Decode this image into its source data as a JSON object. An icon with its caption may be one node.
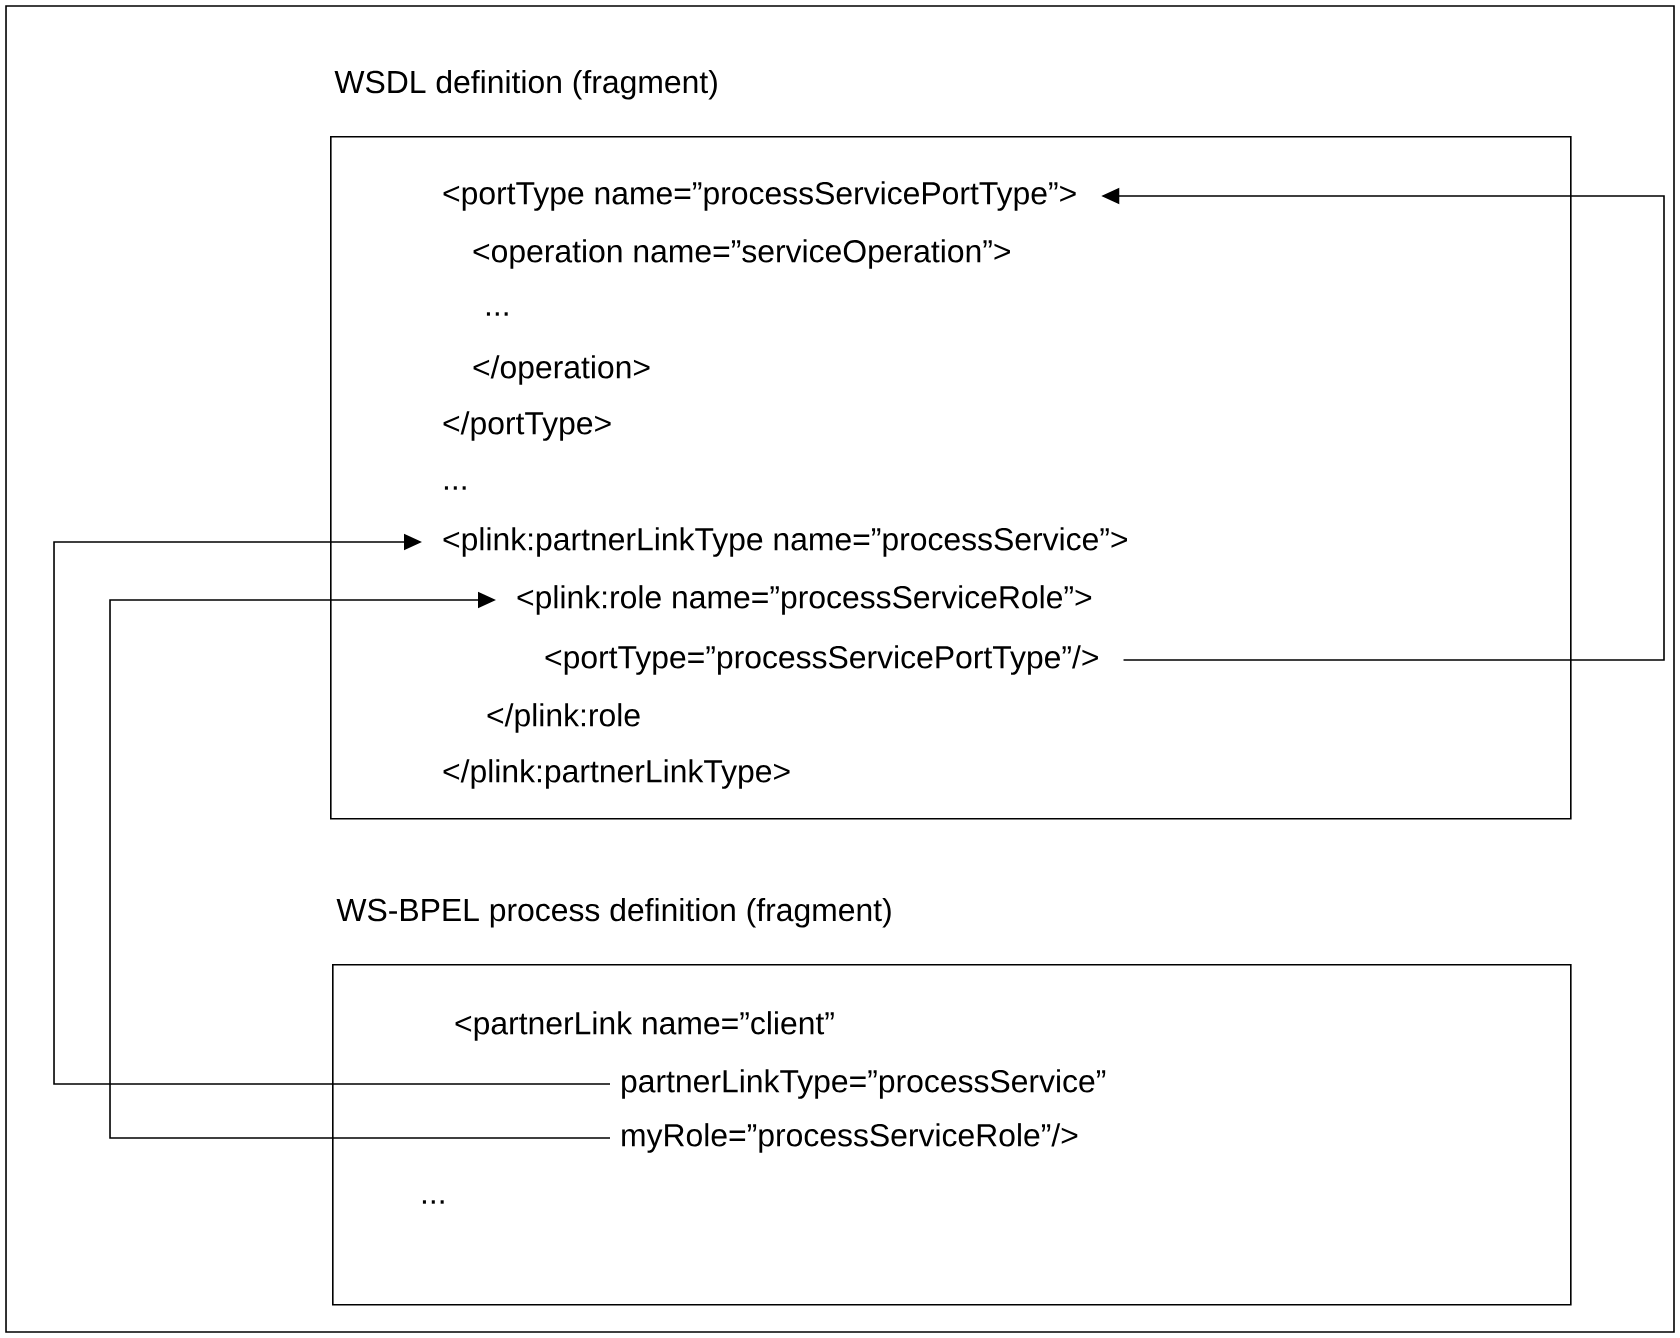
{
  "diagram": {
    "nodes": [
      {
        "text": [
          "WSDL definition (fragment)"
        ]
      },
      {
        "text": [
          "<portType name=”processServicePortType”>"
        ],
        "in": 0
      },
      {
        "text": [
          "<operation name=”serviceOperation”>"
        ],
        "in": 0
      },
      {
        "text": [
          "..."
        ],
        "in": 0
      },
      {
        "text": [
          "</operation>"
        ],
        "in": 0
      },
      {
        "text": [
          "</portType>"
        ],
        "in": 0
      },
      {
        "text": [
          "..."
        ],
        "in": 0
      },
      {
        "text": [
          "<plink:partnerLinkType name=”processService”>"
        ],
        "in": 0
      },
      {
        "text": [
          "<plink:role name=”processServiceRole”>"
        ],
        "in": 0
      },
      {
        "text": [
          "<portType=”processServicePortType”/>"
        ],
        "in": 0
      },
      {
        "text": [
          "</plink:role"
        ],
        "in": 0
      },
      {
        "text": [
          "</plink:partnerLinkType>"
        ],
        "in": 0
      },
      {
        "text": [
          "WS-BPEL process definition (fragment)"
        ]
      },
      {
        "text": [
          "<partnerLink name=”client”"
        ],
        "in": 12
      },
      {
        "text": [
          "partnerLinkType=”processService”"
        ],
        "in": 12
      },
      {
        "text": [
          "myRole=”processServiceRole”/>"
        ],
        "in": 12
      },
      {
        "text": [
          "..."
        ],
        "in": 12
      }
    ],
    "edges": [
      {
        "from": 9,
        "to": 1,
        "arrow": "to"
      },
      {
        "from": 14,
        "to": 7,
        "arrow": "to"
      },
      {
        "from": 15,
        "to": 8,
        "arrow": "to"
      }
    ]
  }
}
